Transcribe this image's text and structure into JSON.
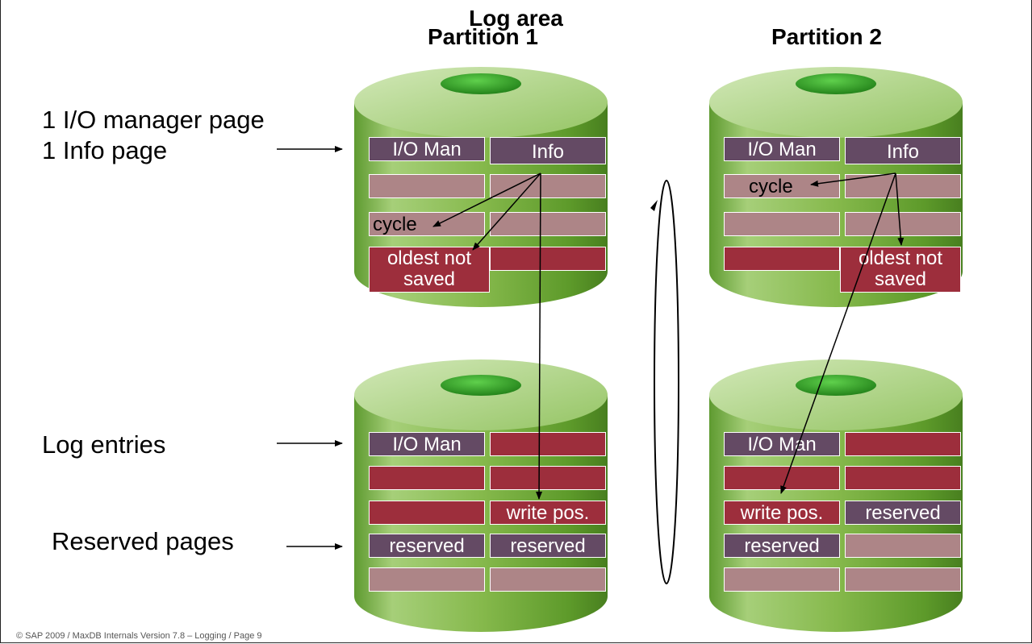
{
  "title": "Log area",
  "partitions": [
    {
      "label": "Partition 1"
    },
    {
      "label": "Partition 2"
    }
  ],
  "left_labels": {
    "io_manager_page": "1 I/O manager page",
    "info_page": "1 Info page",
    "log_entries": "Log entries",
    "reserved_pages": "Reserved pages"
  },
  "pages": {
    "io_man": "I/O Man",
    "info": "Info",
    "cycle": "cycle",
    "oldest_not_saved": "oldest not saved",
    "write_pos": "write pos.",
    "reserved": "reserved"
  },
  "footer": "© SAP 2009 / MaxDB Internals Version 7.8  – Logging / Page 9",
  "colors": {
    "cylinder": "#7fb040",
    "hole": "#2f9c24",
    "page_dark": "#644a64",
    "page_light": "#ad8587",
    "page_red": "#9d2e3c"
  }
}
